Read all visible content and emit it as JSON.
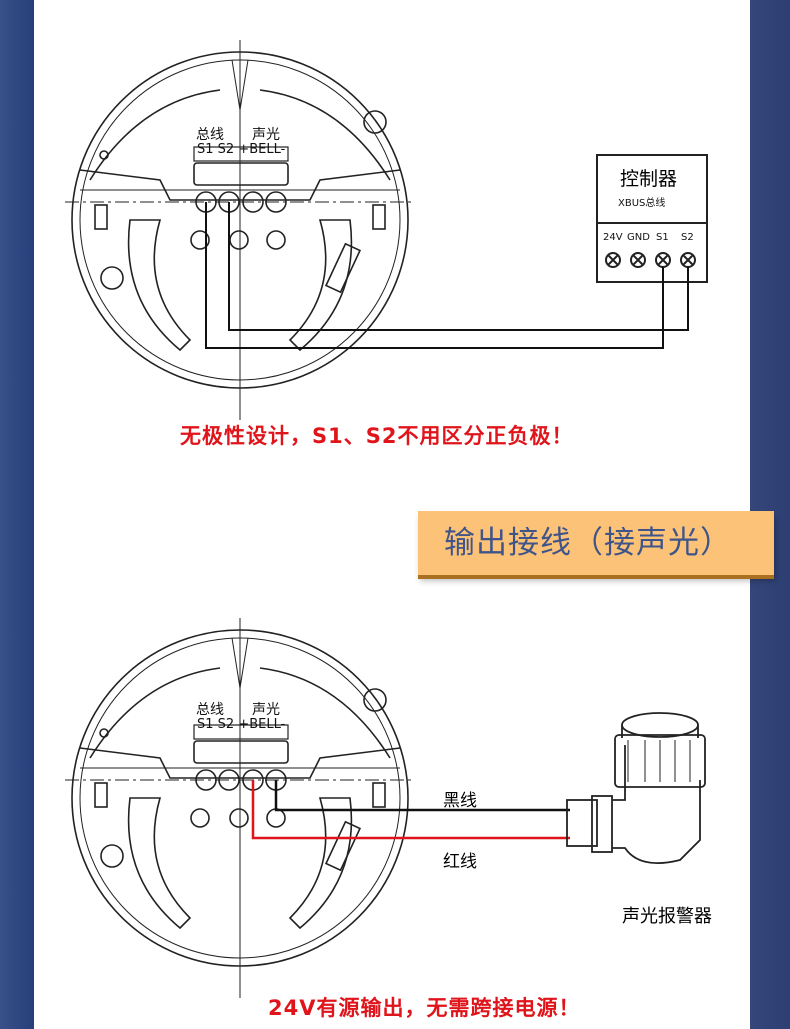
{
  "diagram1": {
    "bus_label": "总线",
    "sound_light_label": "声光",
    "terminal_strip": "S1 S2 +BELL-",
    "controller": {
      "title": "控制器",
      "subtitle": "XBUS总线",
      "terminals": [
        "24V",
        "GND",
        "S1",
        "S2"
      ]
    },
    "note": "无极性设计，S1、S2不用区分正负极！"
  },
  "section_title": "输出接线（接声光）",
  "diagram2": {
    "bus_label": "总线",
    "sound_light_label": "声光",
    "terminal_strip": "S1 S2 +BELL-",
    "black_wire_label": "黑线",
    "red_wire_label": "红线",
    "alarm_label": "声光报警器",
    "note": "24V有源输出，无需跨接电源！"
  },
  "colors": {
    "red": "#e0141b",
    "banner": "#fcc278",
    "banner_text": "#3f5589"
  }
}
